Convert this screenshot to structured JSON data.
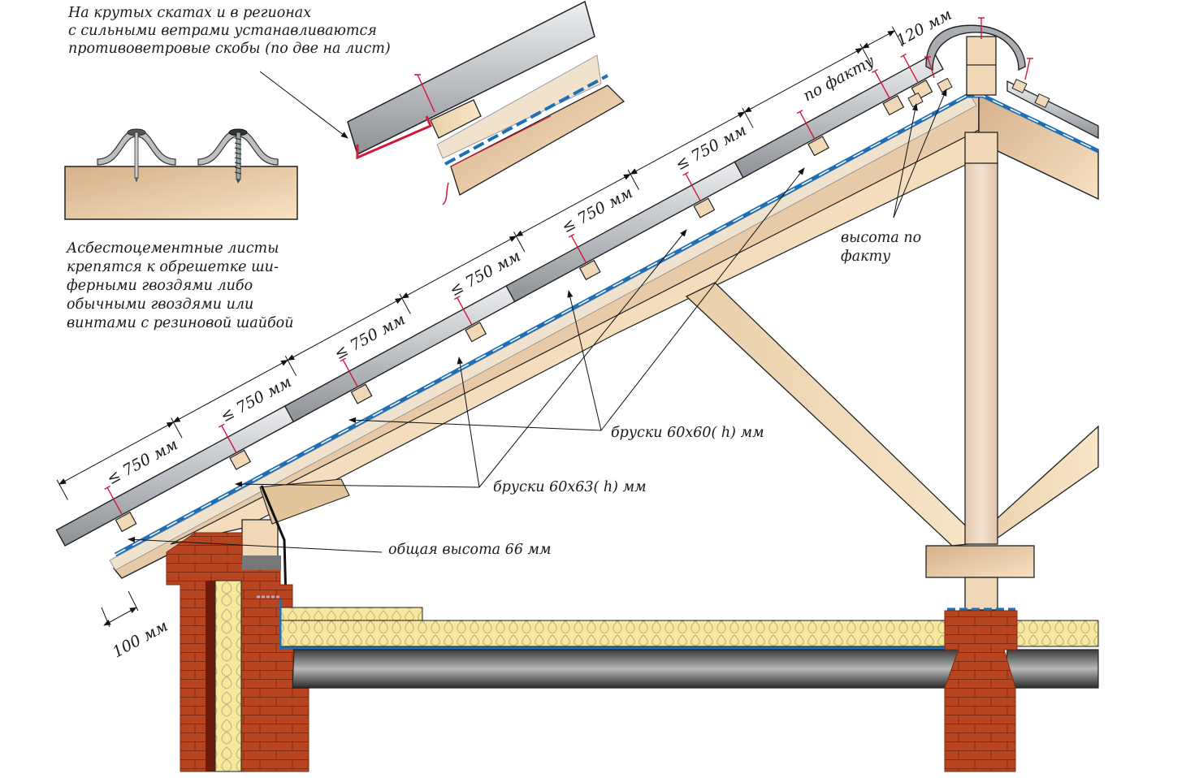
{
  "diagram": {
    "subject": "Asbestos-cement sheet roof on timber battens",
    "notes": {
      "wind_clips": "На крутых скатах и в регионах\nс сильными ветрами устанавливаются\nпротивоветровые скобы (по две на лист)",
      "fastening": "Асбестоцементные листы\nкрепятся к обрешетке ши-\nферными гвоздями либо\nобычными гвоздями или\nвинтами с резиновой шайбой",
      "ridge_height": "высота по\nфакту"
    },
    "callouts": {
      "battens_60x60": "бруски 60х60( h) мм",
      "battens_60x63": "бруски 60х63( h) мм",
      "total_height": "общая высота 66 мм"
    },
    "dimensions": {
      "spacing_labels": [
        "≤ 750 мм",
        "≤ 750 мм",
        "≤ 750 мм",
        "≤ 750 мм",
        "≤ 750 мм",
        "≤ 750 мм"
      ],
      "top_segment": "по факту",
      "ridge_offset": "120 мм",
      "eave_overhang": "100 мм"
    },
    "colors": {
      "sheet_grey": "#b9bcc0",
      "timber": "#ecd2ad",
      "timber_dark": "#d9ae7e",
      "membrane_blue": "#1f6fb5",
      "fastener_red": "#d2183a",
      "brick": "#b8451f",
      "insulation": "#f6e79a",
      "slab_grey": "#6d6d6d"
    }
  }
}
